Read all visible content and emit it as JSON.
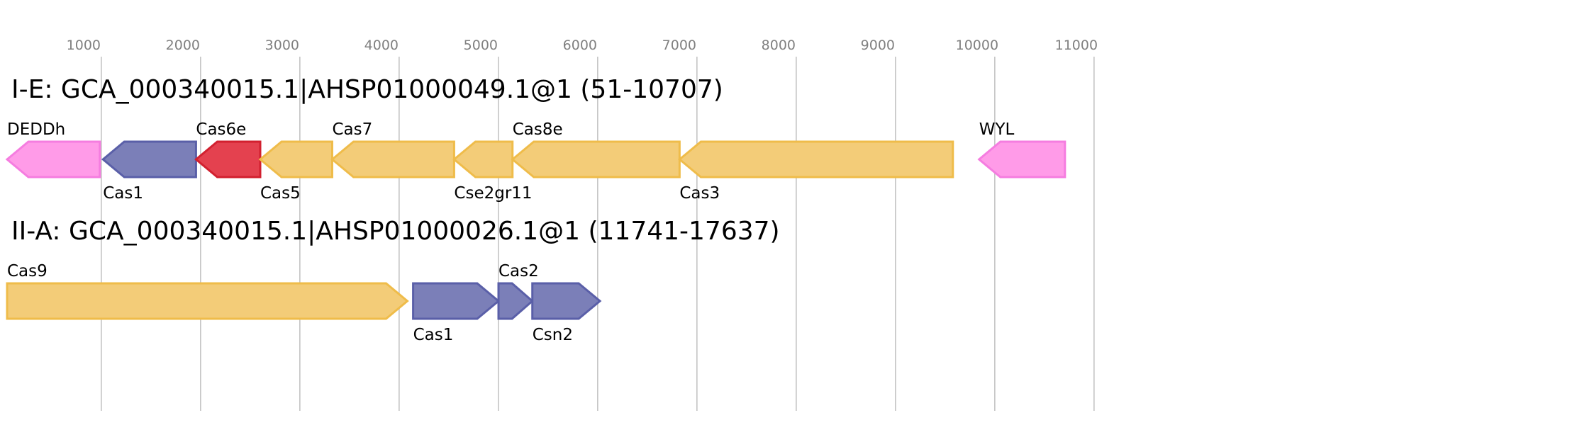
{
  "axis": {
    "unit": "bp",
    "ticks": [
      1000,
      2000,
      3000,
      4000,
      5000,
      6000,
      7000,
      8000,
      9000,
      10000,
      11000
    ]
  },
  "colors": {
    "pink": "#ff9be8",
    "pink_stroke": "#f57de0",
    "blue": "#7b7fb8",
    "blue_stroke": "#5a5fa8",
    "red": "#e4414f",
    "red_stroke": "#d2202f",
    "yellow": "#f3cc78",
    "yellow_stroke": "#efbc4a"
  },
  "loci": [
    {
      "title": "I-E: GCA_000340015.1|AHSP01000049.1@1 (51-10707)",
      "genes": [
        {
          "name": "DEDDh",
          "start": 51,
          "end": 985,
          "strand": "-",
          "color": "pink",
          "label_pos": "above"
        },
        {
          "name": "Cas1",
          "start": 1017,
          "end": 1954,
          "strand": "-",
          "color": "blue",
          "label_pos": "below"
        },
        {
          "name": "Cas6e",
          "start": 1954,
          "end": 2601,
          "strand": "-",
          "color": "red",
          "label_pos": "above"
        },
        {
          "name": "Cas5",
          "start": 2601,
          "end": 3326,
          "strand": "-",
          "color": "yellow",
          "label_pos": "below"
        },
        {
          "name": "Cas7",
          "start": 3326,
          "end": 4554,
          "strand": "-",
          "color": "yellow",
          "label_pos": "above"
        },
        {
          "name": "Cse2gr11",
          "start": 4554,
          "end": 5142,
          "strand": "-",
          "color": "yellow",
          "label_pos": "below"
        },
        {
          "name": "Cas8e",
          "start": 5142,
          "end": 6825,
          "strand": "-",
          "color": "yellow",
          "label_pos": "above"
        },
        {
          "name": "Cas3",
          "start": 6825,
          "end": 9578,
          "strand": "-",
          "color": "yellow",
          "label_pos": "below"
        },
        {
          "name": "WYL",
          "start": 9842,
          "end": 10707,
          "strand": "-",
          "color": "pink",
          "label_pos": "above"
        }
      ]
    },
    {
      "title": "II-A: GCA_000340015.1|AHSP01000026.1@1 (11741-17637)",
      "genes": [
        {
          "name": "Cas9",
          "start": 51,
          "end": 4083,
          "strand": "+",
          "color": "yellow",
          "label_pos": "above"
        },
        {
          "name": "Cas1",
          "start": 4141,
          "end": 5001,
          "strand": "+",
          "color": "blue",
          "label_pos": "below"
        },
        {
          "name": "Cas2",
          "start": 5001,
          "end": 5342,
          "strand": "+",
          "color": "blue",
          "label_pos": "above"
        },
        {
          "name": "Csn2",
          "start": 5342,
          "end": 6023,
          "strand": "+",
          "color": "blue",
          "label_pos": "below"
        }
      ]
    }
  ]
}
